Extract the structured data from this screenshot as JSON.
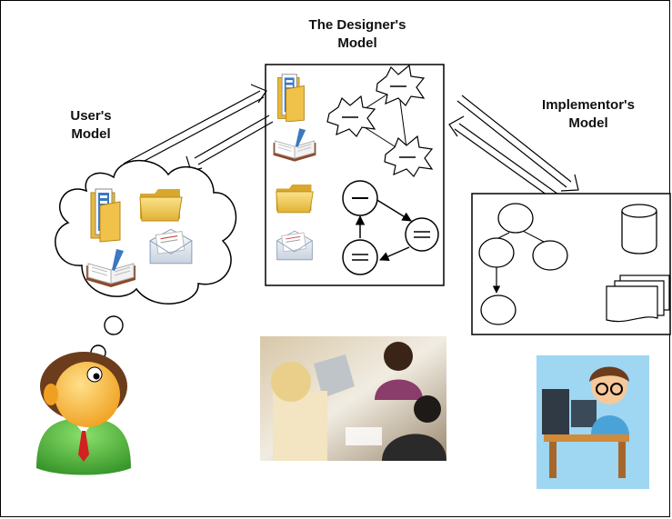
{
  "labels": {
    "designer_line1": "The Designer's",
    "designer_line2": "Model",
    "user_line1": "User's",
    "user_line2": "Model",
    "implementor_line1": "Implementor's",
    "implementor_line2": "Model"
  },
  "colors": {
    "folder": "#f2c94c",
    "folder_dark": "#c99a1e",
    "file_blue": "#3a78c2",
    "book": "#8b4a2b",
    "avatar_green": "#3fae3a",
    "avatar_face": "#f6b73c",
    "avatar_hair": "#6b3d1c",
    "tie": "#d32020"
  },
  "icons": [
    "folder-icon",
    "open-book-icon",
    "envelope-icon",
    "user-avatar-icon",
    "programmer-icon",
    "meeting-photo"
  ]
}
